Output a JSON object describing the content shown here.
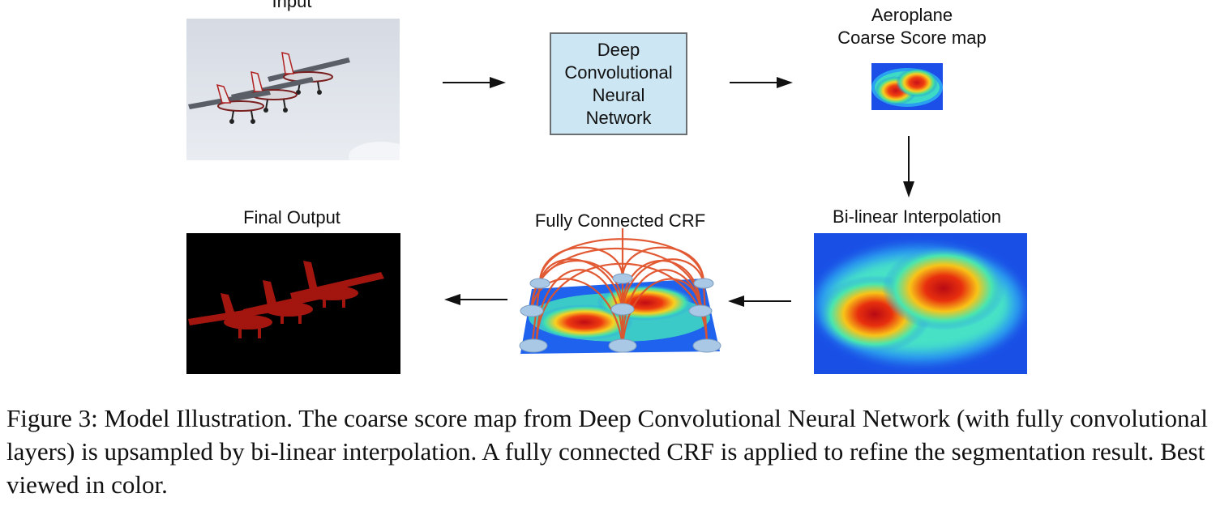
{
  "figure": {
    "input_label": "Input",
    "dcnn_label": "Deep\nConvolutional\nNeural\nNetwork",
    "coarse_label_line1": "Aeroplane",
    "coarse_label_line2": "Coarse Score map",
    "bilinear_label": "Bi-linear Interpolation",
    "crf_label": "Fully Connected CRF",
    "final_label": "Final Output",
    "caption": "Figure 3: Model Illustration. The coarse score map from Deep Convolutional Neural Network (with fully convolutional layers) is upsampled by bi-linear interpolation. A fully connected CRF is applied to refine the segmentation result. Best viewed in color."
  },
  "colors": {
    "sky": "#dfe3ea",
    "dcnn_fill": "#cde6f3",
    "heat_low": "#1f4fe0",
    "heat_high": "#d0101a",
    "crf_edge": "#e0522a",
    "crf_node": "#a9c8e6",
    "segment": "#a3150f",
    "background_black": "#000000"
  },
  "icons": {
    "arrow": "arrow-icon",
    "plane": "aeroplane-icon",
    "node": "crf-node-icon"
  }
}
